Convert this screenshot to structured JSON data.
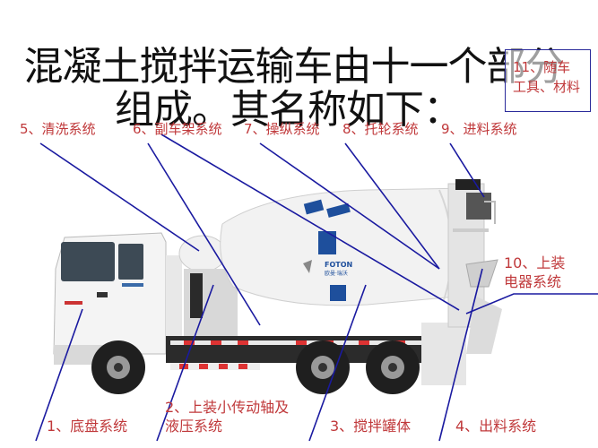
{
  "title": {
    "line1": "混凝土搅拌运输车由十一个部分",
    "line2": "组成。其名称如下："
  },
  "colors": {
    "label_red": "#c0393b",
    "leader_line_blue": "#1a1aa0",
    "tank_logo_blue": "#1e4f9c"
  },
  "labels": {
    "top": [
      {
        "id": "5",
        "text": "5、清洗系统"
      },
      {
        "id": "6",
        "text": "6、副车架系统"
      },
      {
        "id": "7",
        "text": "7、操纵系统"
      },
      {
        "id": "8",
        "text": "8、托轮系统"
      },
      {
        "id": "9",
        "text": "9、进料系统"
      }
    ],
    "item10": {
      "line1": "10、上装",
      "line2": "电器系统"
    },
    "item11": {
      "line1": "11、随车",
      "line2": "工具、材料"
    },
    "bottom": [
      {
        "id": "1",
        "text": "1、底盘系统"
      },
      {
        "id": "2",
        "line1": "2、上装小传动轴及",
        "line2": "液压系统"
      },
      {
        "id": "3",
        "text": "3、搅拌罐体"
      },
      {
        "id": "4",
        "text": "4、出料系统"
      }
    ]
  },
  "truck": {
    "brand_text": "FOTON",
    "brand_text_cn": "欧曼·瑞沃"
  }
}
